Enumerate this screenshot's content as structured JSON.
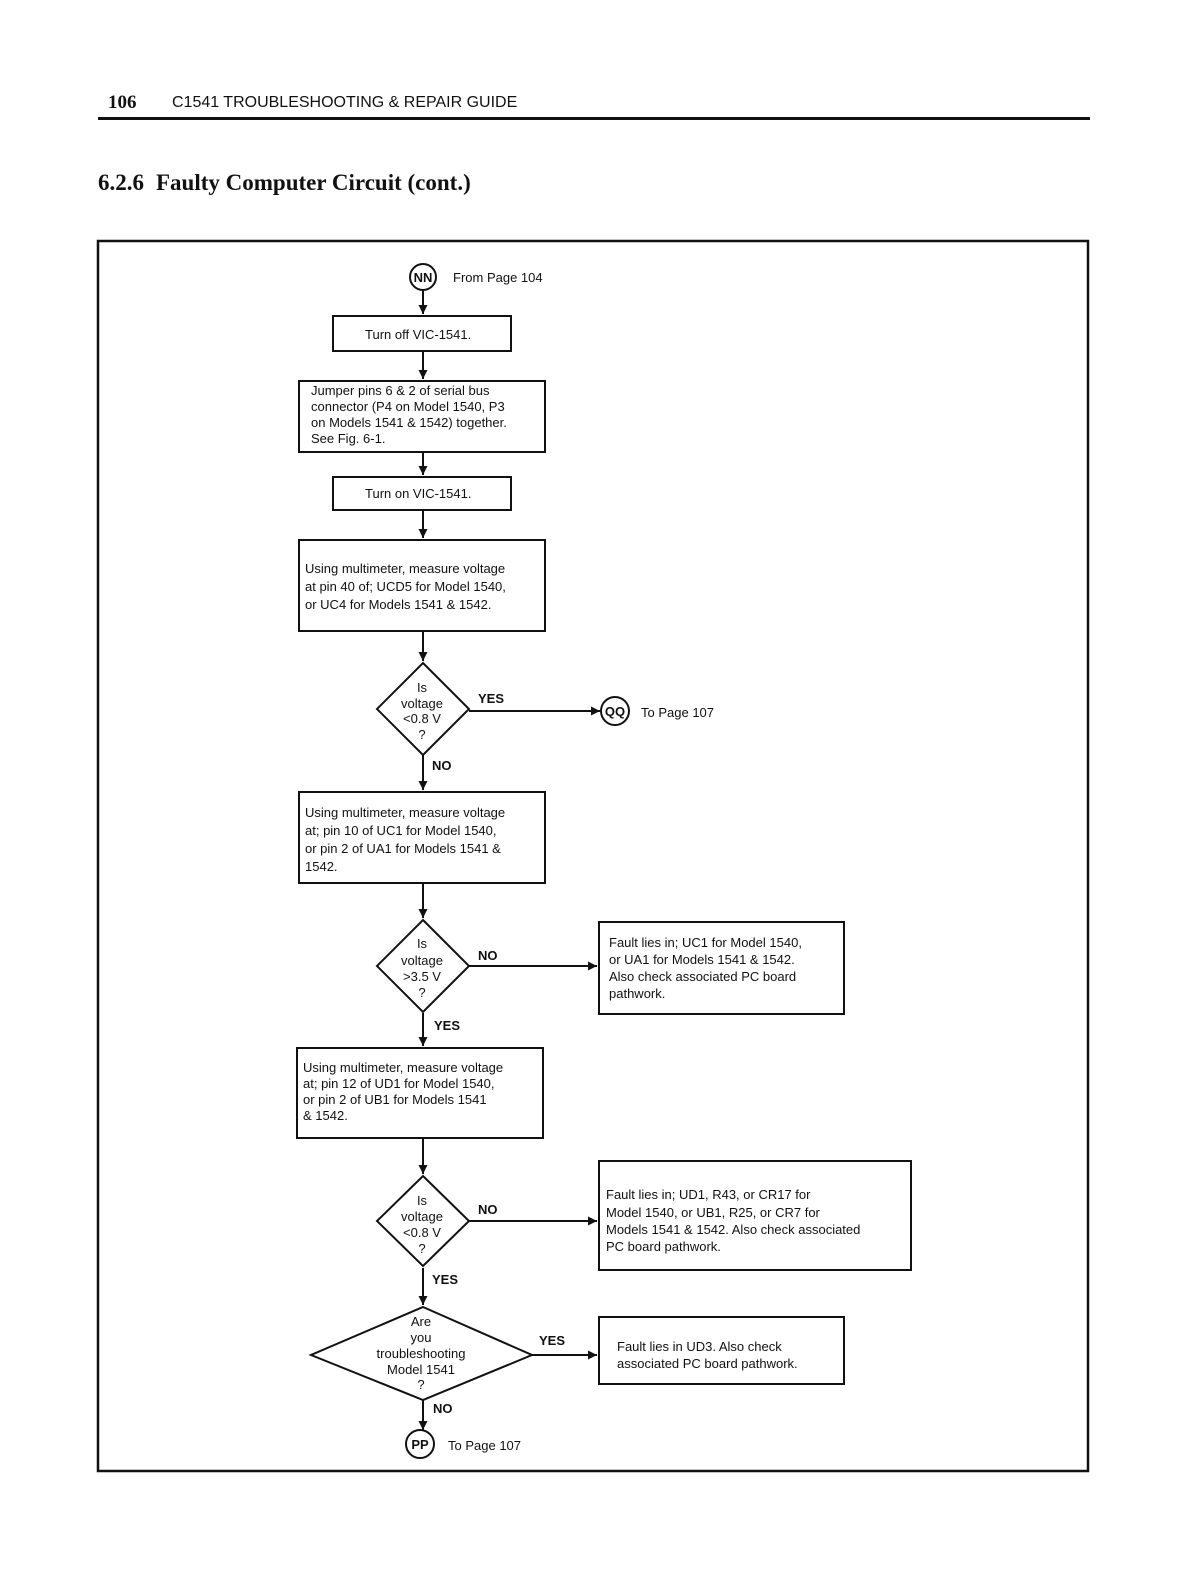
{
  "header": {
    "page_number": "106",
    "book_title": "C1541 TROUBLESHOOTING & REPAIR GUIDE"
  },
  "section": {
    "number": "6.2.6",
    "title": "Faulty Computer Circuit (cont.)"
  },
  "connectors": {
    "nn": {
      "label": "NN",
      "text": "From Page 104"
    },
    "qq": {
      "label": "QQ",
      "text": "To Page 107"
    },
    "pp": {
      "label": "PP",
      "text": "To Page 107"
    }
  },
  "steps": {
    "turn_off": [
      "Turn off VIC-1541."
    ],
    "jumper": [
      "Jumper pins 6 & 2 of serial bus",
      "connector (P4 on Model 1540, P3",
      "on Models 1541 & 1542) together.",
      "See Fig. 6-1."
    ],
    "turn_on": [
      "Turn on VIC-1541."
    ],
    "measure_pin40": [
      "Using multimeter, measure voltage",
      "at pin 40 of; UCD5 for Model 1540,",
      "or UC4 for Models 1541 & 1542."
    ],
    "measure_pin10": [
      "Using multimeter, measure voltage",
      "at; pin 10 of UC1 for Model 1540,",
      "or pin 2 of UA1 for Models 1541 &",
      "1542."
    ],
    "measure_pin12": [
      "Using multimeter, measure voltage",
      "at; pin 12 of UD1 for Model 1540,",
      "or pin 2 of UB1 for Models 1541",
      "& 1542."
    ]
  },
  "decisions": {
    "d1": [
      "Is",
      "voltage",
      "<0.8 V",
      "?"
    ],
    "d2": [
      "Is",
      "voltage",
      ">3.5 V",
      "?"
    ],
    "d3": [
      "Is",
      "voltage",
      "<0.8 V",
      "?"
    ],
    "d4": [
      "Are",
      "you",
      "troubleshooting",
      "Model 1541",
      "?"
    ]
  },
  "faults": {
    "f1": [
      "Fault lies in; UC1 for Model 1540,",
      "or UA1 for Models 1541 & 1542.",
      "Also check associated PC board",
      "pathwork."
    ],
    "f2": [
      "Fault lies in; UD1, R43, or CR17 for",
      "Model 1540, or UB1, R25, or CR7 for",
      "Models 1541 & 1542.  Also check associated",
      "PC board pathwork."
    ],
    "f3": [
      "Fault lies in UD3.  Also check",
      "associated PC board pathwork."
    ]
  },
  "branch_labels": {
    "d1_yes": "YES",
    "d1_no": "NO",
    "d2_no": "NO",
    "d2_yes": "YES",
    "d3_no": "NO",
    "d3_yes": "YES",
    "d4_yes": "YES",
    "d4_no": "NO"
  }
}
